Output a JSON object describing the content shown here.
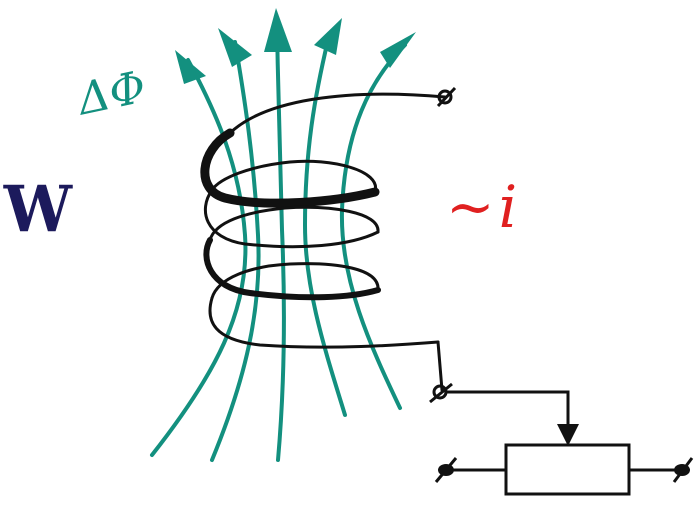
{
  "labels": {
    "turns": "W",
    "flux": "ΔΦ",
    "current": "~i"
  },
  "colors": {
    "field_lines": "#13907f",
    "coil": "#111111",
    "turns_label": "#1c1a5c",
    "current_label": "#e02020",
    "circuit": "#111111"
  },
  "icons": {
    "field_arrow": "arrow-up-icon",
    "terminal": "terminal-icon",
    "rheostat": "rheostat-icon"
  }
}
